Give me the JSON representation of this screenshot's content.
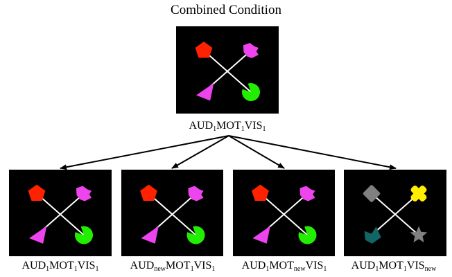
{
  "title": "Combined Condition",
  "colors": {
    "background": "#000000",
    "connector": "#ffffff",
    "red": "#ff2200",
    "magenta": "#ee44ee",
    "green": "#22ee00",
    "gray": "#808080",
    "yellow": "#ffee00",
    "teal": "#116666",
    "arrow": "#000000"
  },
  "top": {
    "label": [
      {
        "text": "AUD"
      },
      {
        "sub": "1"
      },
      {
        "text": "MOT"
      },
      {
        "sub": "1"
      },
      {
        "text": "VIS"
      },
      {
        "sub": "1"
      }
    ],
    "shapes": {
      "top_left": {
        "shape": "pentagon-icon",
        "color": "red"
      },
      "top_right": {
        "shape": "notched-square-icon",
        "color": "magenta"
      },
      "bottom_left": {
        "shape": "triangle-icon",
        "color": "magenta"
      },
      "bottom_right": {
        "shape": "pacman-icon",
        "color": "green"
      }
    }
  },
  "panels": [
    {
      "label": [
        {
          "text": "AUD"
        },
        {
          "sub": "1"
        },
        {
          "text": "MOT"
        },
        {
          "sub": "1"
        },
        {
          "text": "VIS"
        },
        {
          "sub": "1"
        }
      ],
      "shapes": {
        "top_left": {
          "shape": "pentagon-icon",
          "color": "red"
        },
        "top_right": {
          "shape": "notched-square-icon",
          "color": "magenta"
        },
        "bottom_left": {
          "shape": "triangle-icon",
          "color": "magenta"
        },
        "bottom_right": {
          "shape": "pacman-icon",
          "color": "green"
        }
      }
    },
    {
      "label": [
        {
          "text": "AUD"
        },
        {
          "sub": "new"
        },
        {
          "text": "MOT"
        },
        {
          "sub": "1"
        },
        {
          "text": "VIS"
        },
        {
          "sub": "1"
        }
      ],
      "shapes": {
        "top_left": {
          "shape": "pentagon-icon",
          "color": "red"
        },
        "top_right": {
          "shape": "notched-square-icon",
          "color": "magenta"
        },
        "bottom_left": {
          "shape": "triangle-icon",
          "color": "magenta"
        },
        "bottom_right": {
          "shape": "pacman-icon",
          "color": "green"
        }
      }
    },
    {
      "label": [
        {
          "text": "AUD"
        },
        {
          "sub": "1"
        },
        {
          "text": "MOT"
        },
        {
          "sub": "new"
        },
        {
          "text": "VIS"
        },
        {
          "sub": "1"
        }
      ],
      "shapes": {
        "top_left": {
          "shape": "pentagon-icon",
          "color": "red"
        },
        "top_right": {
          "shape": "notched-square-icon",
          "color": "magenta"
        },
        "bottom_left": {
          "shape": "triangle-icon",
          "color": "magenta"
        },
        "bottom_right": {
          "shape": "pacman-icon",
          "color": "green"
        }
      }
    },
    {
      "label": [
        {
          "text": "AUD"
        },
        {
          "sub": "1"
        },
        {
          "text": "MOT"
        },
        {
          "sub": "1"
        },
        {
          "text": "VIS"
        },
        {
          "sub": "new"
        }
      ],
      "shapes": {
        "top_left": {
          "shape": "diamond-icon",
          "color": "gray"
        },
        "top_right": {
          "shape": "cross-icon",
          "color": "yellow"
        },
        "bottom_left": {
          "shape": "arrow-icon",
          "color": "teal"
        },
        "bottom_right": {
          "shape": "star-icon",
          "color": "gray"
        }
      }
    }
  ]
}
